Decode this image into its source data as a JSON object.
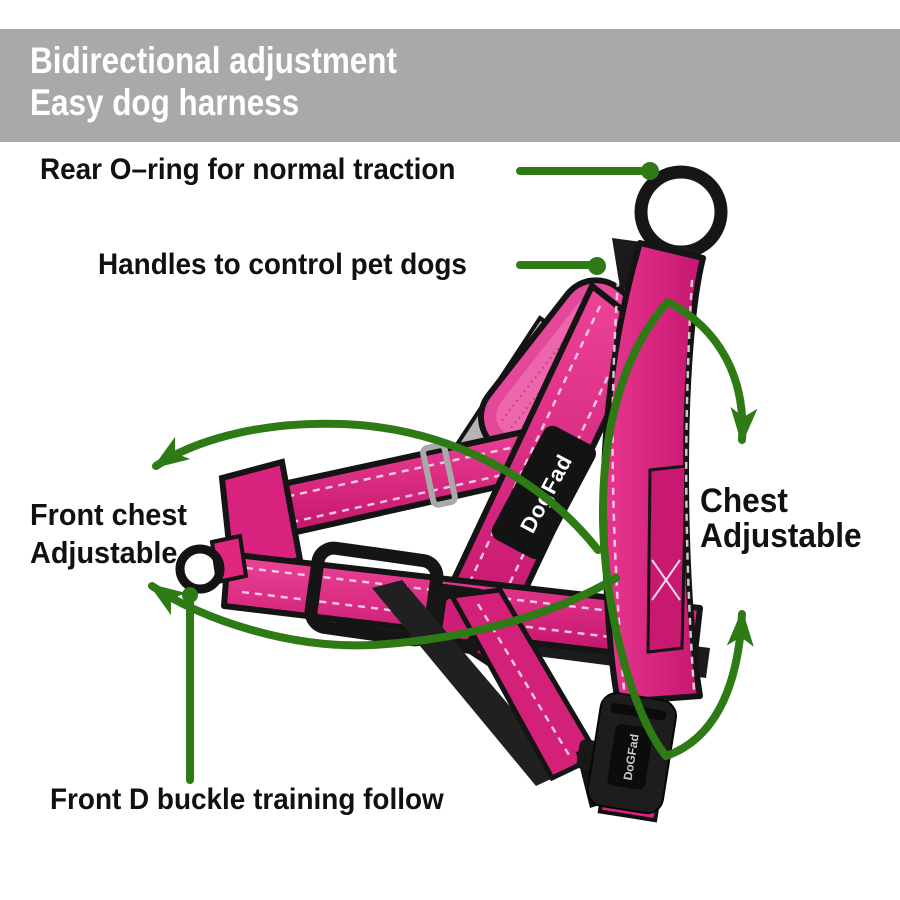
{
  "banner": {
    "line1": "Bidirectional adjustment",
    "line2": "Easy dog harness",
    "bg_color": "#a9a9a9",
    "text_color": "#ffffff"
  },
  "annotations": {
    "rear_oring": {
      "label": "Rear O–ring for normal traction"
    },
    "handles": {
      "label": "Handles to control pet dogs"
    },
    "front_chest": {
      "line1": "Front chest",
      "line2": "Adjustable"
    },
    "chest": {
      "line1": "Chest",
      "line2": "Adjustable"
    },
    "front_d_buckle": {
      "label": "Front D buckle training follow"
    }
  },
  "product": {
    "brand_label": "DogFad",
    "buckle_label": "DoGFad",
    "colors": {
      "webbing_pink": "#d81f7d",
      "webbing_pink_light": "#ee5ca8",
      "handle_pad_pink": "#e4489b",
      "trim_black": "#161616",
      "hardware_silver": "#a9a9a9"
    }
  },
  "style": {
    "arrow_green": "#2e7b16",
    "annotation_text_color": "#111111",
    "background": "#ffffff"
  }
}
